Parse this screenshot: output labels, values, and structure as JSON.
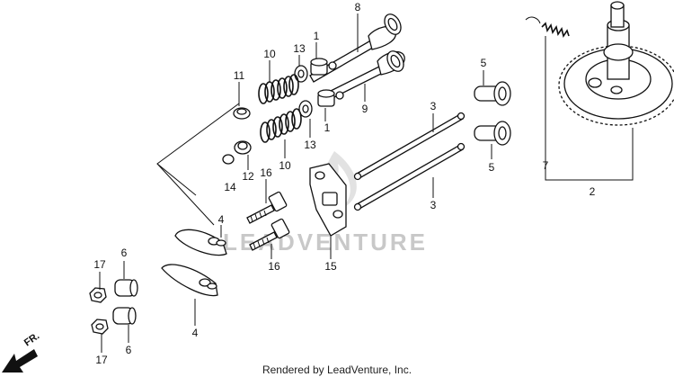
{
  "watermark": "LEADVENTURE",
  "footer": "Rendered by LeadVenture, Inc.",
  "direction_label": "FR.",
  "callouts": {
    "c8": "8",
    "c13a": "13",
    "c1a": "1",
    "c10a": "10",
    "c11": "11",
    "c9": "9",
    "c13b": "13",
    "c1b": "1",
    "c10b": "10",
    "c12": "12",
    "c14": "14",
    "c16a": "16",
    "c4a": "4",
    "c16b": "16",
    "c15": "15",
    "c3a": "3",
    "c3b": "3",
    "c5a": "5",
    "c5b": "5",
    "c7": "7",
    "c2": "2",
    "c17a": "17",
    "c6a": "6",
    "c17b": "17",
    "c6b": "6",
    "c4b": "4"
  }
}
